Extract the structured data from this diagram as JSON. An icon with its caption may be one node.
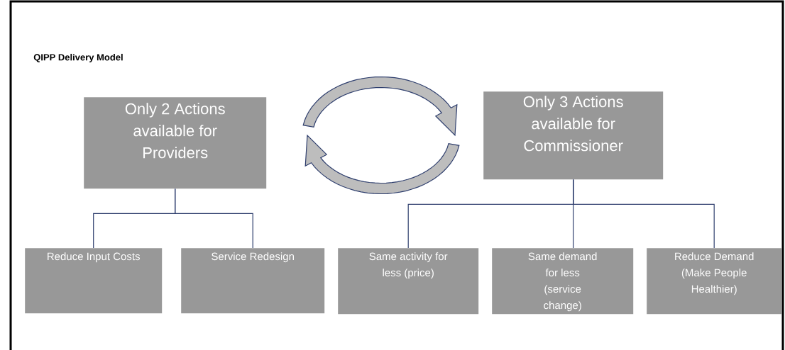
{
  "diagram": {
    "title": "QIPP Delivery Model",
    "nodes": [
      {
        "text": [
          "Only 2 Actions available for Providers"
        ]
      },
      {
        "text": [
          "Only 3 Actions available for Commissioner"
        ]
      },
      {
        "text": [
          "Reduce Input  Costs"
        ]
      },
      {
        "text": [
          "Service  Redesign"
        ]
      },
      {
        "text": [
          "Same activity for less (price)"
        ]
      },
      {
        "text": [
          "Same demand for less (service change)"
        ]
      },
      {
        "text": [
          "Reduce Demand (Make People Healthier)"
        ]
      }
    ],
    "edges": [
      {
        "from": 0,
        "to": 2,
        "arrow": "none"
      },
      {
        "from": 0,
        "to": 3,
        "arrow": "none"
      },
      {
        "from": 1,
        "to": 4,
        "arrow": "none"
      },
      {
        "from": 1,
        "to": 5,
        "arrow": "none"
      },
      {
        "from": 1,
        "to": 6,
        "arrow": "none"
      }
    ]
  }
}
